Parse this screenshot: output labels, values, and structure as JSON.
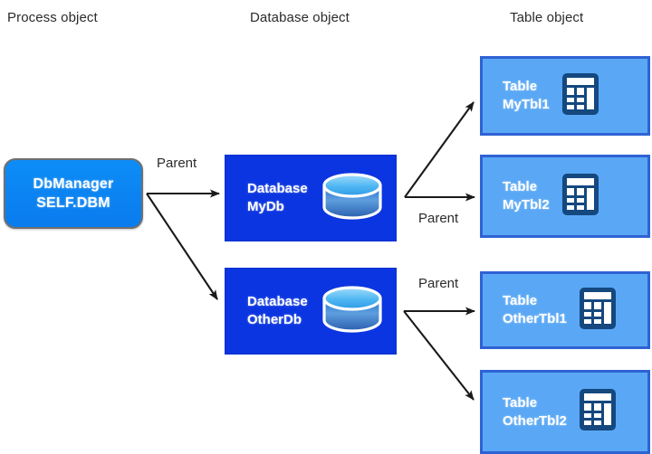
{
  "headers": [
    {
      "id": "process",
      "label": "Process object"
    },
    {
      "id": "database",
      "label": "Database object"
    },
    {
      "id": "table",
      "label": "Table object"
    }
  ],
  "process_node": {
    "name": "DbManager",
    "title": "DbManager",
    "subtitle": "SELF.DBM",
    "fill": "#0b83f2",
    "border": "#6f6f6f",
    "text_color": "#ffffff"
  },
  "database_nodes": [
    {
      "id": "mydb",
      "type_label": "Database",
      "name_label": "MyDb",
      "icon": "database-cylinder-icon",
      "fill": "#0b35e0",
      "text_color": "#ffffff"
    },
    {
      "id": "otherdb",
      "type_label": "Database",
      "name_label": "OtherDb",
      "icon": "database-cylinder-icon",
      "fill": "#0b35e0",
      "text_color": "#ffffff"
    }
  ],
  "table_nodes": [
    {
      "id": "mytbl1",
      "type_label": "Table",
      "name_label": "MyTbl1",
      "icon": "table-grid-icon",
      "fill": "#5aa8f5",
      "border": "#2f62d4",
      "text_color": "#ffffff"
    },
    {
      "id": "mytbl2",
      "type_label": "Table",
      "name_label": "MyTbl2",
      "icon": "table-grid-icon",
      "fill": "#5aa8f5",
      "border": "#2f62d4",
      "text_color": "#ffffff"
    },
    {
      "id": "othertbl1",
      "type_label": "Table",
      "name_label": "OtherTbl1",
      "icon": "table-grid-icon",
      "fill": "#5aa8f5",
      "border": "#2f62d4",
      "text_color": "#ffffff"
    },
    {
      "id": "othertbl2",
      "type_label": "Table",
      "name_label": "OtherTbl2",
      "icon": "table-grid-icon",
      "fill": "#5aa8f5",
      "border": "#2f62d4",
      "text_color": "#ffffff"
    }
  ],
  "edges": [
    {
      "id": "dbmanager-to-mydb",
      "from": "DbManager",
      "to": "MyDb",
      "label": "Parent"
    },
    {
      "id": "dbmanager-to-otherdb",
      "from": "DbManager",
      "to": "OtherDb",
      "label": ""
    },
    {
      "id": "mydb-to-mytbl1",
      "from": "MyDb",
      "to": "MyTbl1",
      "label": ""
    },
    {
      "id": "mydb-to-mytbl2",
      "from": "MyDb",
      "to": "MyTbl2",
      "label": "Parent"
    },
    {
      "id": "otherdb-to-othertbl1",
      "from": "OtherDb",
      "to": "OtherTbl1",
      "label": "Parent"
    },
    {
      "id": "otherdb-to-othertbl2",
      "from": "OtherDb",
      "to": "OtherTbl2",
      "label": ""
    }
  ],
  "edge_labels": {
    "parent_1": "Parent",
    "parent_2": "Parent",
    "parent_3": "Parent"
  },
  "colors": {
    "background": "#ffffff",
    "arrow": "#1a1a1a",
    "process_fill": "#0b83f2",
    "database_fill": "#0b35e0",
    "table_fill": "#5aa8f5",
    "table_border": "#2f62d4",
    "icon_navy": "#14487f",
    "header_text": "#2b2b2b"
  }
}
